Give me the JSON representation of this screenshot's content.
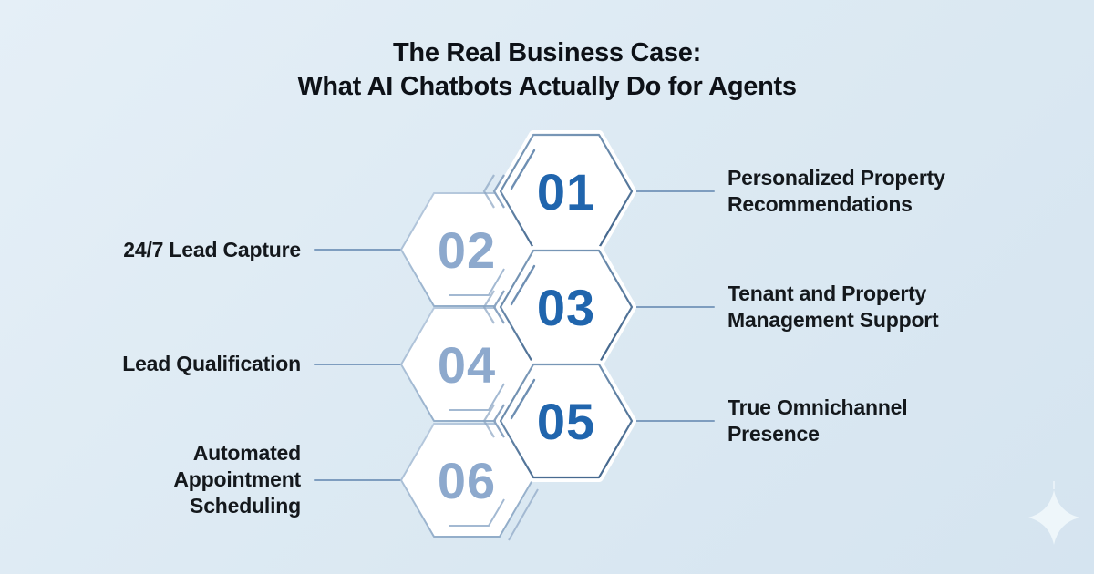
{
  "title": {
    "line1": "The Real Business Case:",
    "line2": "What AI Chatbots Actually Do for Agents"
  },
  "items": [
    {
      "num": "01",
      "side": "right",
      "label": "Personalized Property Recommendations"
    },
    {
      "num": "02",
      "side": "left",
      "label": "24/7 Lead Capture"
    },
    {
      "num": "03",
      "side": "right",
      "label": "Tenant and Property Management Support"
    },
    {
      "num": "04",
      "side": "left",
      "label": "Lead Qualification"
    },
    {
      "num": "05",
      "side": "right",
      "label": "True Omnichannel Presence"
    },
    {
      "num": "06",
      "side": "left",
      "label": "Automated Appointment Scheduling"
    }
  ],
  "colors": {
    "background_top": "#e5eff7",
    "background_bottom": "#d5e4f0",
    "hex_fill": "#ffffff",
    "hex_stroke_dark_top": "#82a0be",
    "hex_stroke_dark_bottom": "#46698f",
    "hex_stroke_light_top": "#bccde0",
    "hex_stroke_light_bottom": "#92adc9",
    "number_dark": "#2065ad",
    "number_light": "#8da9cd",
    "connector": "#7e9dbf",
    "accent_dark": "#6e8fb3",
    "accent_light": "#a3b9d2",
    "chevron": "#8aa4c2",
    "label_text": "#14181c",
    "title_text": "#0d1117",
    "sparkle": "#f4fafd"
  },
  "decoration": {
    "sparkle_icon": "four-point-star"
  }
}
